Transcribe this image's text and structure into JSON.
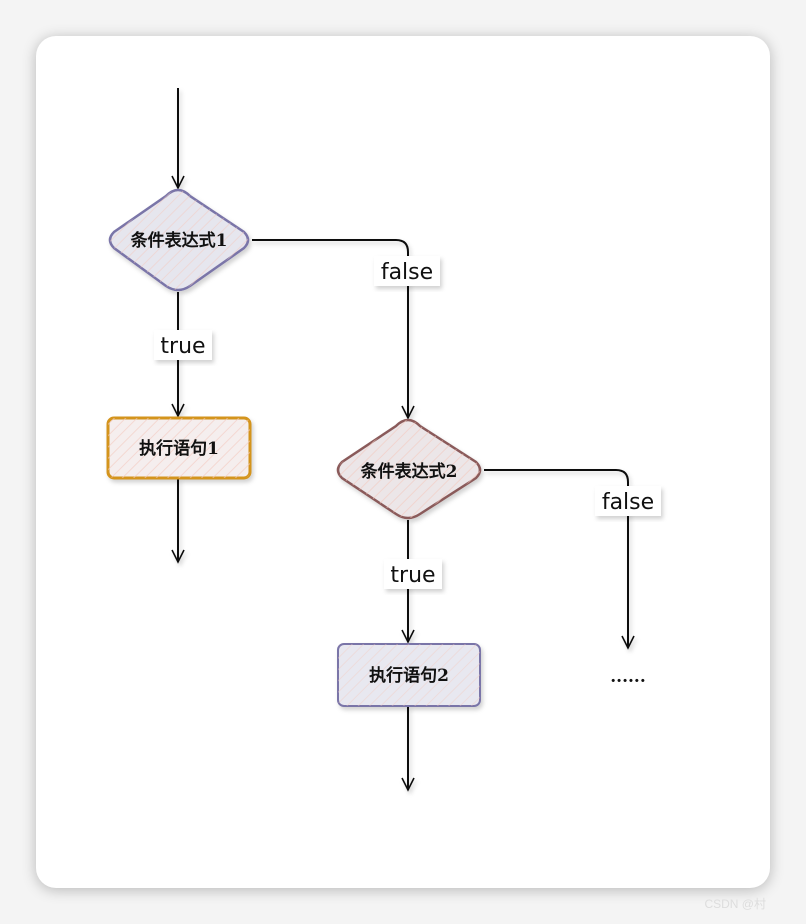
{
  "diagram": {
    "nodes": {
      "condition1": {
        "label": "条件表达式1",
        "shape": "diamond",
        "stroke": "#7a74a8",
        "fill": "#e6e6ee"
      },
      "statement1": {
        "label": "执行语句1",
        "shape": "rect",
        "stroke": "#d4941c",
        "fill": "#f3eaea"
      },
      "condition2": {
        "label": "条件表达式2",
        "shape": "diamond",
        "stroke": "#8a5a5a",
        "fill": "#ece6e8"
      },
      "statement2": {
        "label": "执行语句2",
        "shape": "rect",
        "stroke": "#7a74a8",
        "fill": "#e8e8f0"
      },
      "more": {
        "label": "......"
      }
    },
    "edges": {
      "c1_true": "true",
      "c1_false": "false",
      "c2_true": "true",
      "c2_false": "false"
    }
  },
  "watermark": "CSDN @村"
}
